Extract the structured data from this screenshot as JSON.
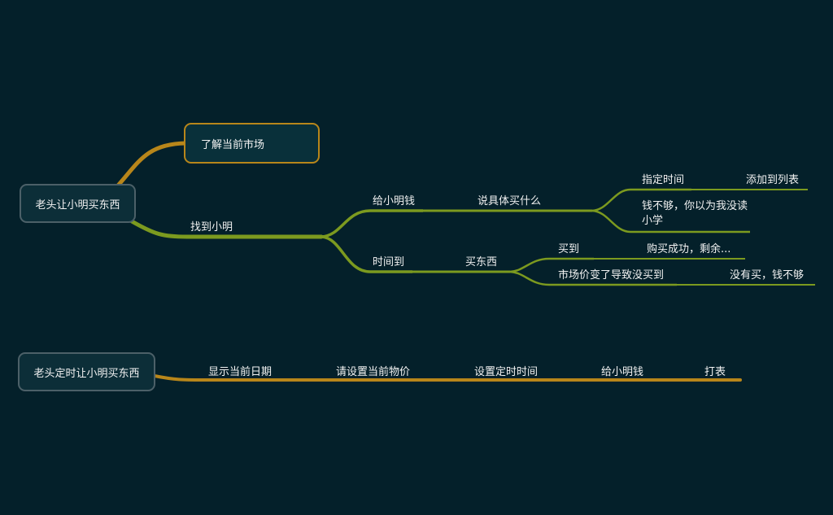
{
  "colors": {
    "background": "#04202a",
    "branch_green": "#7c9a1f",
    "branch_gold": "#b8861a",
    "root_border": "#4c6068"
  },
  "map1": {
    "root": "老头让小明买东西",
    "market": "了解当前市场",
    "find": "找到小明",
    "give_money": "给小明钱",
    "say_what": "说具体买什么",
    "set_time": "指定时间",
    "add_list": "添加到列表",
    "not_enough": "钱不够，你以为我没读小学",
    "time_up": "时间到",
    "buy": "买东西",
    "bought": "买到",
    "success": "购买成功，剩余...",
    "price_change": "市场价变了导致没买到",
    "not_bought": "没有买，钱不够"
  },
  "map2": {
    "root": "老头定时让小明买东西",
    "show_date": "显示当前日期",
    "set_price": "请设置当前物价",
    "set_timer": "设置定时时间",
    "give_money": "给小明钱",
    "print": "打表"
  }
}
